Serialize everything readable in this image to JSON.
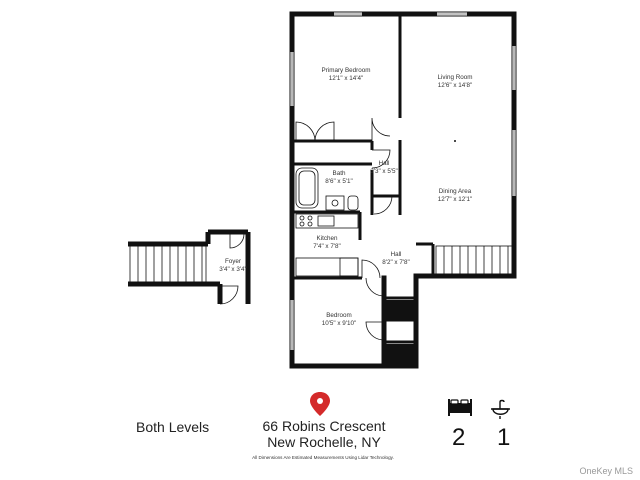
{
  "rooms": {
    "primary_bedroom": {
      "name": "Primary Bedroom",
      "dims": "12'1\" x 14'4\""
    },
    "living_room": {
      "name": "Living Room",
      "dims": "12'6\" x 14'8\""
    },
    "hall_upper": {
      "name": "Hall",
      "dims": "3'3\" x 5'5\""
    },
    "bath": {
      "name": "Bath",
      "dims": "8'6\" x 5'1\""
    },
    "dining_area": {
      "name": "Dining Area",
      "dims": "12'7\" x 12'1\""
    },
    "kitchen": {
      "name": "Kitchen",
      "dims": "7'4\" x 7'8\""
    },
    "foyer": {
      "name": "Foyer",
      "dims": "3'4\" x 3'4\""
    },
    "hall_lower": {
      "name": "Hall",
      "dims": "8'2\" x 7'8\""
    },
    "bedroom": {
      "name": "Bedroom",
      "dims": "10'5\" x 9'10\""
    }
  },
  "footer": {
    "levels": "Both Levels",
    "address_line1": "66 Robins Crescent",
    "address_line2": "New Rochelle, NY",
    "disclaimer": "All Dimensions Are Estimated Measurements Using Lidar Technology.",
    "bedrooms": "2",
    "bathrooms": "1",
    "watermark": "OneKey MLS"
  },
  "icons": {
    "location": "map-pin-icon",
    "bed": "bed-icon",
    "bath": "sink-icon"
  },
  "colors": {
    "wall": "#111111",
    "pin": "#d42a2a",
    "window": "#ffffff"
  }
}
